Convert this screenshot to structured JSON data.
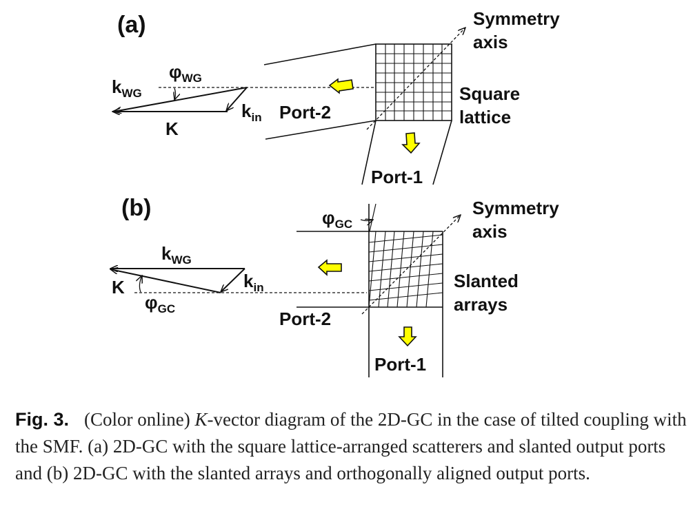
{
  "panel_a": {
    "label": "(a)",
    "k_wg": "k",
    "k_wg_sub": "WG",
    "phi_wg": "φ",
    "phi_wg_sub": "WG",
    "k_vec": "K",
    "k_in": "k",
    "k_in_sub": "in",
    "port2": "Port-2",
    "port1": "Port-1",
    "symmetry_1": "Symmetry",
    "symmetry_2": "axis",
    "lattice_1": "Square",
    "lattice_2": "lattice"
  },
  "panel_b": {
    "label": "(b)",
    "phi_gc_top": "φ",
    "phi_gc_top_sub": "GC",
    "k_wg": "k",
    "k_wg_sub": "WG",
    "k_vec": "K",
    "k_in": "k",
    "k_in_sub": "in",
    "phi_gc": "φ",
    "phi_gc_sub": "GC",
    "port2": "Port-2",
    "port1": "Port-1",
    "symmetry_1": "Symmetry",
    "symmetry_2": "axis",
    "arrays_1": "Slanted",
    "arrays_2": "arrays"
  },
  "colors": {
    "port_arrow_fill": "#ffff00",
    "line": "#111111"
  },
  "caption": {
    "label": "Fig. 3.",
    "prefix": "(Color online) ",
    "k_italic": "K",
    "text": "-vector diagram of the 2D-GC in the case of tilted coupling with the SMF. (a) 2D-GC with the square lattice-arranged scatterers and slanted output ports and (b) 2D-GC with the slanted arrays and orthogonally aligned output ports."
  }
}
